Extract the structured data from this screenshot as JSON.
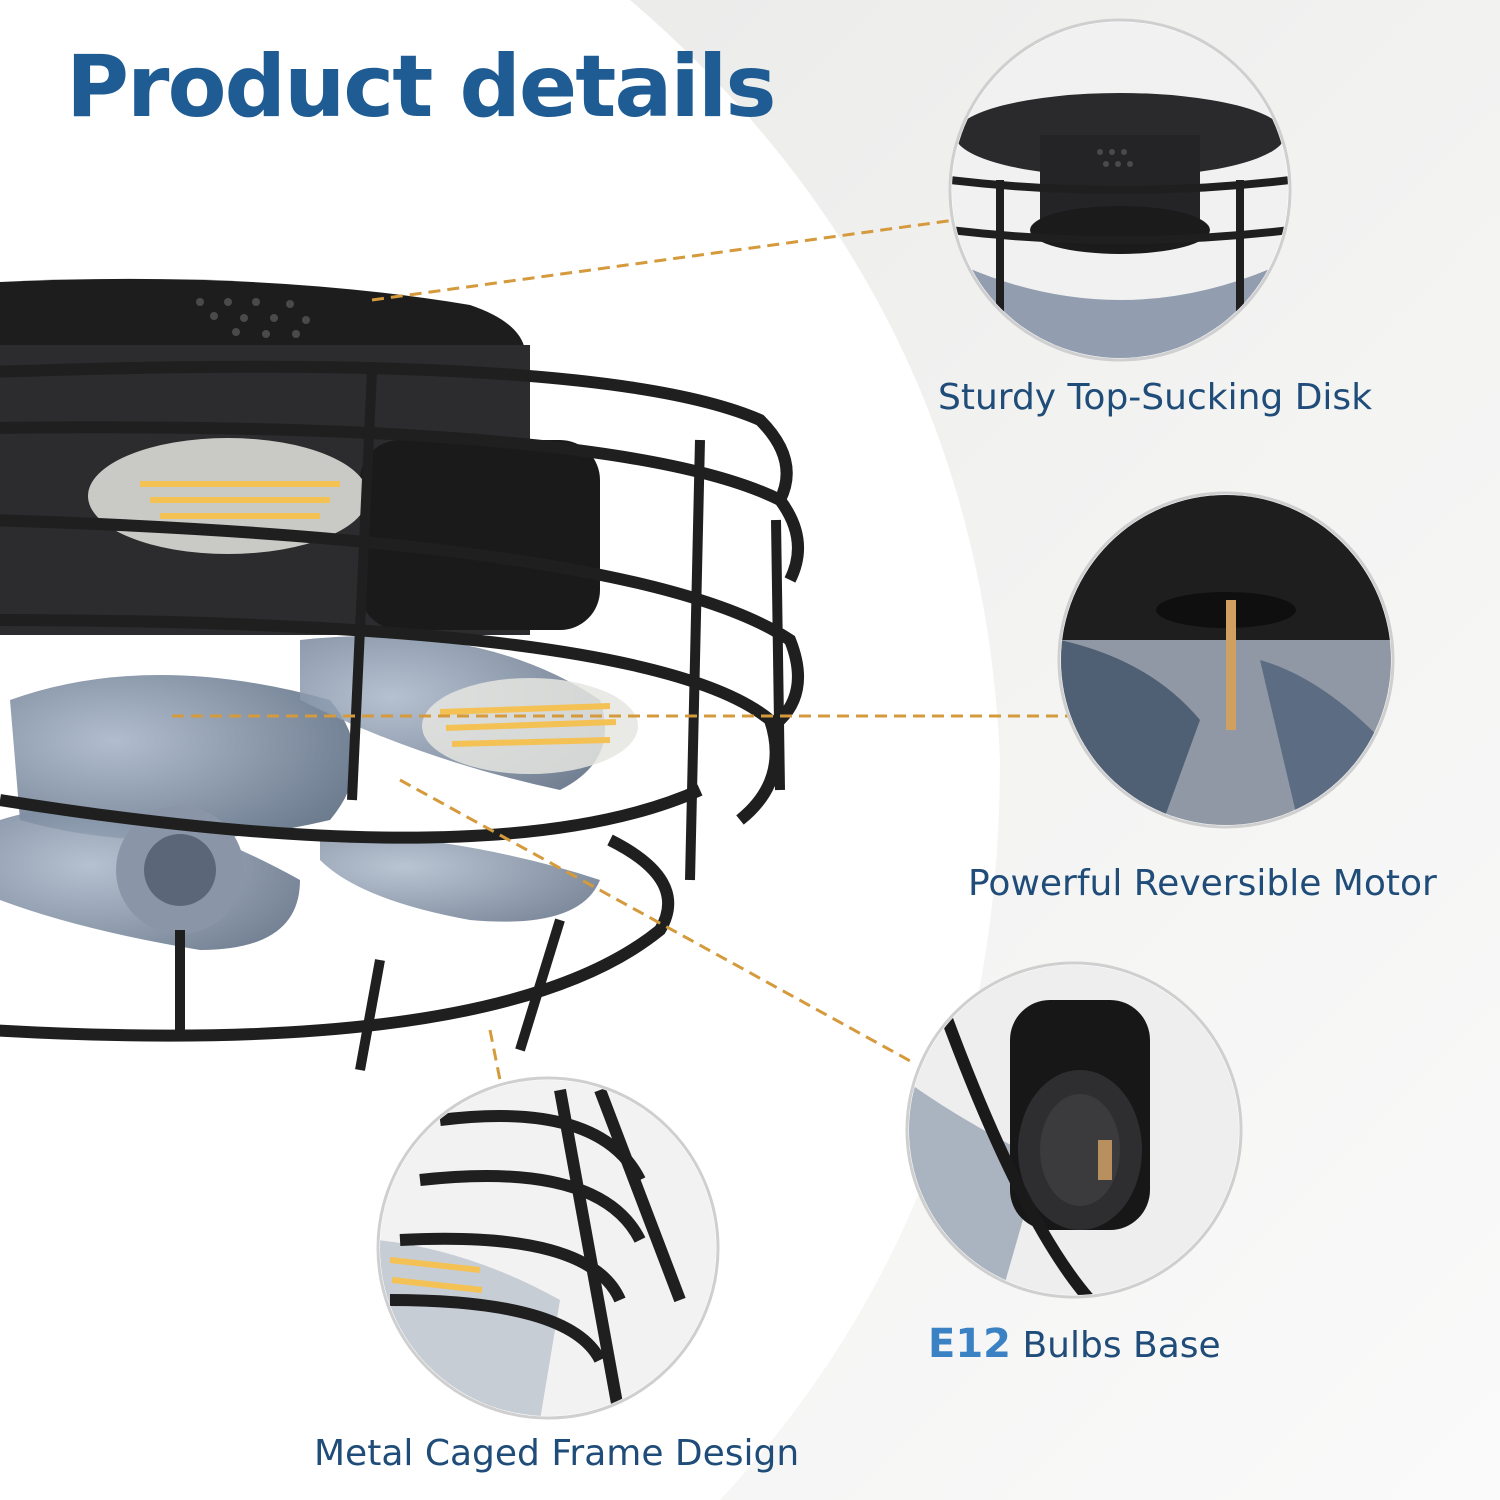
{
  "heading": {
    "title": "Product details"
  },
  "features": {
    "top_disk": {
      "label": "Sturdy Top-Sucking Disk"
    },
    "motor": {
      "label": "Powerful Reversible Motor"
    },
    "bulb_base": {
      "highlight": "E12",
      "label": "Bulbs Base"
    },
    "cage": {
      "label": "Metal Caged Frame Design"
    }
  },
  "colors": {
    "title": "#1f5c93",
    "caption": "#1f4c78",
    "highlight": "#3a82c4",
    "leader_line": "#d49a3c",
    "metal": "#1f1f20",
    "bulb_filament": "#f4c155",
    "blade": "#6c7e94"
  },
  "icons": {
    "leader": "dashed-leader-line"
  }
}
